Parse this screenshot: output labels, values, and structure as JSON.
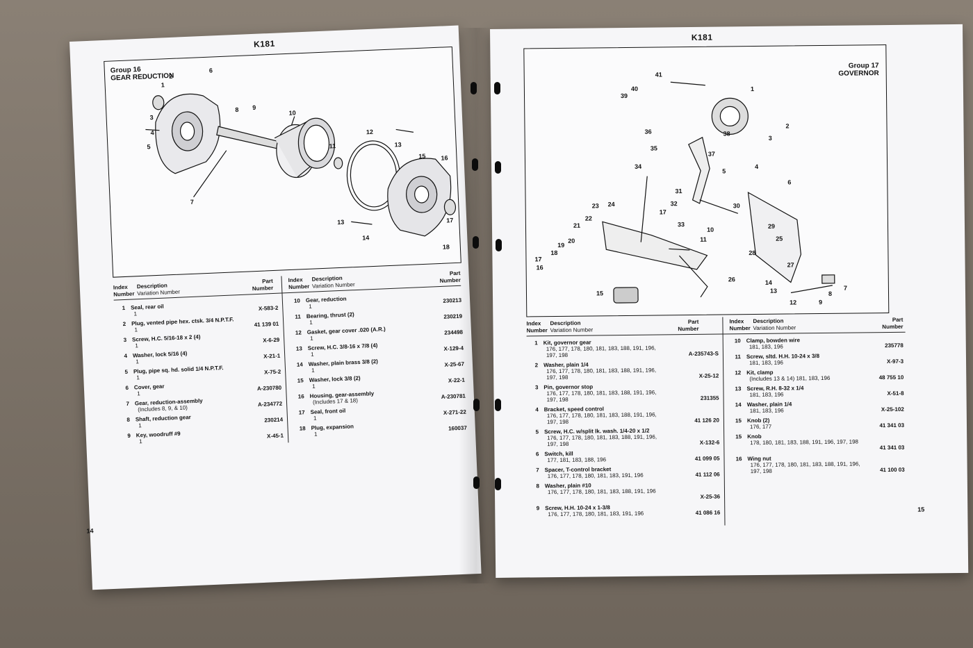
{
  "left_page": {
    "title": "K181",
    "group": {
      "number": "Group 16",
      "name": "GEAR REDUCTION"
    },
    "callouts": [
      "1",
      "2",
      "3",
      "4",
      "5",
      "6",
      "7",
      "8",
      "9",
      "10",
      "11",
      "12",
      "13",
      "14",
      "15",
      "16",
      "17",
      "18",
      "13"
    ],
    "headers": {
      "index": "Index",
      "number": "Number",
      "description": "Description",
      "variation": "Variation Number",
      "part": "Part",
      "part_number": "Number"
    },
    "col1": [
      {
        "idx": "1",
        "desc": "Seal, rear oil",
        "qty": "1",
        "pn": "X-583-2"
      },
      {
        "idx": "2",
        "desc": "Plug, vented pipe hex. ctsk. 3/4 N.P.T.F.",
        "qty": "1",
        "pn": "41 139 01"
      },
      {
        "idx": "3",
        "desc": "Screw, H.C. 5/16-18 x 2 (4)",
        "qty": "1",
        "pn": "X-6-29"
      },
      {
        "idx": "4",
        "desc": "Washer, lock 5/16 (4)",
        "qty": "1",
        "pn": "X-21-1"
      },
      {
        "idx": "5",
        "desc": "Plug, pipe sq. hd. solid 1/4 N.P.T.F.",
        "qty": "1",
        "pn": "X-75-2"
      },
      {
        "idx": "6",
        "desc": "Cover, gear",
        "qty": "1",
        "pn": "A-230780"
      },
      {
        "idx": "7",
        "desc": "Gear, reduction-assembly",
        "qty": "(Includes 8, 9, & 10)",
        "pn": "A-234772"
      },
      {
        "idx": "8",
        "desc": "Shaft, reduction gear",
        "qty": "1",
        "pn": "230214"
      },
      {
        "idx": "9",
        "desc": "Key, woodruff #9",
        "qty": "1",
        "pn": "X-45-1"
      }
    ],
    "col2": [
      {
        "idx": "10",
        "desc": "Gear, reduction",
        "qty": "1",
        "pn": "230213"
      },
      {
        "idx": "11",
        "desc": "Bearing, thrust (2)",
        "qty": "1",
        "pn": "230219"
      },
      {
        "idx": "12",
        "desc": "Gasket, gear cover .020 (A.R.)",
        "qty": "1",
        "pn": "234498"
      },
      {
        "idx": "13",
        "desc": "Screw, H.C. 3/8-16 x 7/8 (4)",
        "qty": "1",
        "pn": "X-129-4"
      },
      {
        "idx": "14",
        "desc": "Washer, plain brass 3/8 (2)",
        "qty": "1",
        "pn": "X-25-67"
      },
      {
        "idx": "15",
        "desc": "Washer, lock 3/8 (2)",
        "qty": "1",
        "pn": "X-22-1"
      },
      {
        "idx": "16",
        "desc": "Housing, gear-assembly",
        "qty": "(Includes 17 & 18)",
        "pn": "A-230781"
      },
      {
        "idx": "17",
        "desc": "Seal, front oil",
        "qty": "1",
        "pn": "X-271-22"
      },
      {
        "idx": "18",
        "desc": "Plug, expansion",
        "qty": "1",
        "pn": "160037"
      }
    ],
    "page_number": "14"
  },
  "right_page": {
    "title": "K181",
    "group": {
      "number": "Group 17",
      "name": "GOVERNOR"
    },
    "headers": {
      "index": "Index",
      "number": "Number",
      "description": "Description",
      "variation": "Variation Number",
      "part": "Part",
      "part_number": "Number"
    },
    "col1": [
      {
        "idx": "1",
        "desc": "Kit, governor gear",
        "vars": "176, 177, 178, 180, 181, 183, 188, 191, 196, 197, 198",
        "pn": "A-235743-S"
      },
      {
        "idx": "2",
        "desc": "Washer, plain 1/4",
        "vars": "176, 177, 178, 180, 181, 183, 188, 191, 196, 197, 198",
        "pn": "X-25-12"
      },
      {
        "idx": "3",
        "desc": "Pin, governor stop",
        "vars": "176, 177, 178, 180, 181, 183, 188, 191, 196, 197, 198",
        "pn": "231355"
      },
      {
        "idx": "4",
        "desc": "Bracket, speed control",
        "vars": "176, 177, 178, 180, 181, 183, 188, 191, 196, 197, 198",
        "pn": "41 126 20"
      },
      {
        "idx": "5",
        "desc": "Screw, H.C. w/split lk. wash. 1/4-20 x 1/2",
        "vars": "176, 177, 178, 180, 181, 183, 188, 191, 196, 197, 198",
        "pn": "X-132-6"
      },
      {
        "idx": "6",
        "desc": "Switch, kill",
        "vars": "177, 181, 183, 188, 196",
        "pn": "41 099 05"
      },
      {
        "idx": "7",
        "desc": "Spacer, T-control bracket",
        "vars": "176, 177, 178, 180, 181, 183, 191, 196",
        "pn": "41 112 06"
      },
      {
        "idx": "8",
        "desc": "Washer, plain #10",
        "vars": "176, 177, 178, 180, 181, 183, 188, 191, 196",
        "pn": "X-25-36"
      },
      {
        "idx": "9",
        "desc": "Screw, H.H. 10-24 x 1-3/8",
        "vars": "176, 177, 178, 180, 181, 183, 191, 196",
        "pn": "41 086 16"
      }
    ],
    "col2": [
      {
        "idx": "10",
        "desc": "Clamp, bowden wire",
        "vars": "181, 183, 196",
        "pn": "235778"
      },
      {
        "idx": "11",
        "desc": "Screw, sltd. H.H. 10-24 x 3/8",
        "vars": "181, 183, 196",
        "pn": "X-97-3"
      },
      {
        "idx": "12",
        "desc": "Kit, clamp",
        "vars": "(Includes 13 & 14) 181, 183, 196",
        "pn": "48 755 10"
      },
      {
        "idx": "13",
        "desc": "Screw, R.H. 8-32 x 1/4",
        "vars": "181, 183, 196",
        "pn": "X-51-8"
      },
      {
        "idx": "14",
        "desc": "Washer, plain 1/4",
        "vars": "181, 183, 196",
        "pn": "X-25-102"
      },
      {
        "idx": "15",
        "desc": "Knob (2)",
        "vars": "176, 177",
        "pn": "41 341 03"
      },
      {
        "idx": "15",
        "desc": "Knob",
        "vars": "178, 180, 181, 183, 188, 191, 196, 197, 198",
        "pn": "41 341 03"
      },
      {
        "idx": "16",
        "desc": "Wing nut",
        "vars": "176, 177, 178, 180, 181, 183, 188, 191, 196, 197, 198",
        "pn": "41 100 03"
      }
    ],
    "page_number": "15"
  }
}
